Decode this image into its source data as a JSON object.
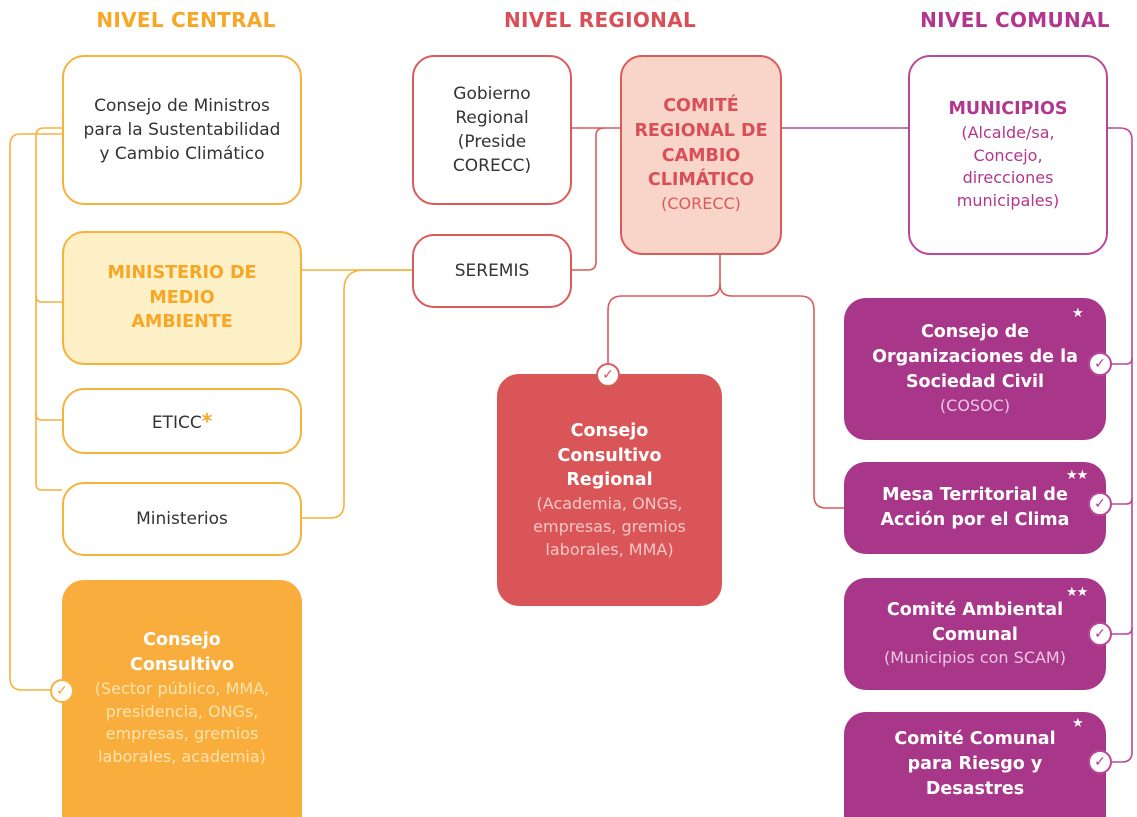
{
  "columns": {
    "central": "NIVEL CENTRAL",
    "regional": "NIVEL REGIONAL",
    "comunal": "NIVEL COMUNAL"
  },
  "central": {
    "consejo_ministros": "Consejo de Ministros para la Sustentabilidad y Cambio Climático",
    "mma": "MINISTERIO DE MEDIO AMBIENTE",
    "eticc": "ETICC",
    "eticc_mark": "*",
    "ministerios": "Ministerios",
    "consejo_consultivo": {
      "title": "Consejo Consultivo",
      "sub": "(Sector público, MMA, presidencia, ONGs, empresas, gremios laborales, academia)"
    }
  },
  "regional": {
    "gobierno": "Gobierno Regional (Preside CORECC)",
    "seremis": "SEREMIS",
    "corecc": {
      "title": "COMITÉ REGIONAL DE CAMBIO CLIMÁTICO",
      "sub": "(CORECC)"
    },
    "consejo_regional": {
      "title": "Consejo Consultivo Regional",
      "sub": "(Academia, ONGs, empresas, gremios laborales, MMA)"
    }
  },
  "comunal": {
    "municipios": {
      "title": "MUNICIPIOS",
      "sub": "(Alcalde/sa, Concejo, direcciones municipales)"
    },
    "cosoc": {
      "title": "Consejo de Organizaciones de la Sociedad Civil",
      "sub": "(COSOC)",
      "mark": "★"
    },
    "mesa": {
      "title": "Mesa Territorial de Acción por el Clima",
      "mark": "★★"
    },
    "comite_ambiental": {
      "title": "Comité Ambiental Comunal",
      "sub": "(Municipios con SCAM)",
      "mark": "★★"
    },
    "comite_riesgo": {
      "title": "Comité Comunal para Riesgo y Desastres",
      "mark": "★"
    }
  },
  "check_symbol": "✓",
  "colors": {
    "central": "#f7b13f",
    "regional": "#d95b5b",
    "comunal": "#b8489c"
  }
}
